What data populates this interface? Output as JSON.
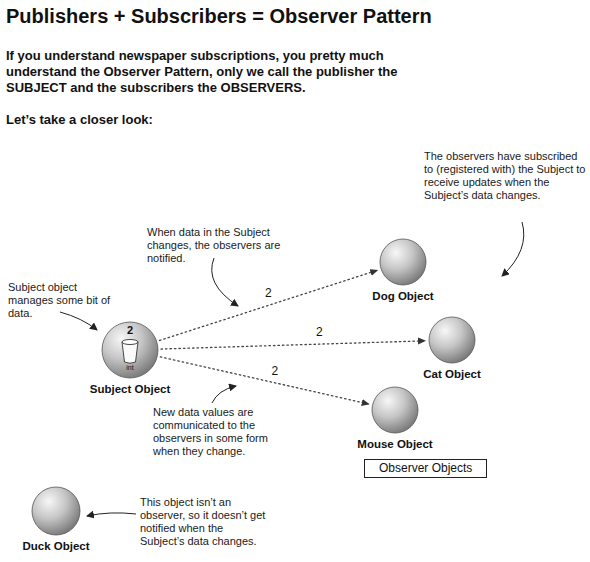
{
  "diagram": {
    "title": "Publishers + Subscribers = Observer Pattern",
    "nodes": [
      {
        "text": [
          "2",
          "int",
          "Subject Object"
        ]
      },
      {
        "text": [
          "Observer Objects"
        ]
      },
      {
        "text": [
          "Dog Object"
        ],
        "in": 1
      },
      {
        "text": [
          "Cat Object"
        ],
        "in": 1
      },
      {
        "text": [
          "Mouse Object"
        ],
        "in": 1
      },
      {
        "text": [
          "Duck Object"
        ]
      }
    ],
    "edges": [
      {
        "from": 0,
        "to": 2,
        "label": "2",
        "arrow": "to"
      },
      {
        "from": 0,
        "to": 3,
        "label": "2",
        "arrow": "to"
      },
      {
        "from": 0,
        "to": 4,
        "label": "2",
        "arrow": "to"
      }
    ],
    "labels": [
      "If you understand newspaper subscriptions, you pretty much understand the Observer Pattern, only we call the publisher the SUBJECT and the subscribers the OBSERVERS.",
      "Let’s take a closer look:",
      "The observers have subscribed to (registered with) the Subject to receive updates when the Subject’s data changes.",
      "When data in the Subject changes, the observers are notified.",
      "Subject object manages some bit of data.",
      "New data values are communicated to the observers in some form when they change.",
      "This object isn’t an observer, so it doesn’t get notified when the Subject’s data changes."
    ]
  }
}
